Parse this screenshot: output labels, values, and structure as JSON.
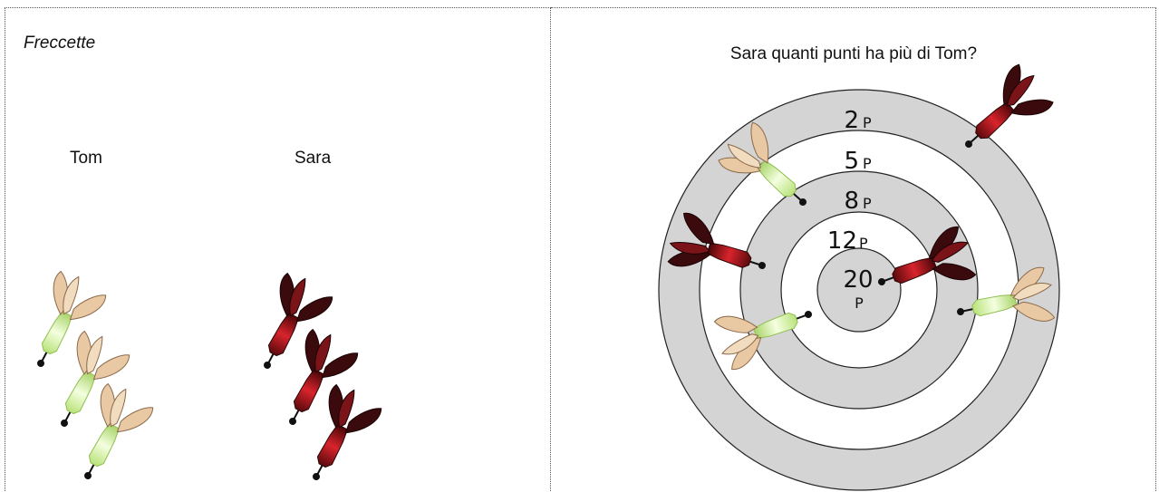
{
  "title": "Freccette",
  "players": [
    {
      "name": "Tom",
      "dart_color": "green"
    },
    {
      "name": "Sara",
      "dart_color": "red"
    }
  ],
  "question": "Sara quanti punti ha più di Tom?",
  "target": {
    "rings": [
      {
        "points": "2",
        "unit": "P"
      },
      {
        "points": "5",
        "unit": "P"
      },
      {
        "points": "8",
        "unit": "P"
      },
      {
        "points": "12",
        "unit": "P"
      },
      {
        "points": "20",
        "unit": "P"
      }
    ]
  },
  "colors": {
    "ring_gray": "#d4d4d4",
    "dart_red": "#b3121a",
    "dart_red_dark": "#3a0a0c",
    "dart_green": "#d8f2a6",
    "dart_tan": "#e8c9a3"
  }
}
